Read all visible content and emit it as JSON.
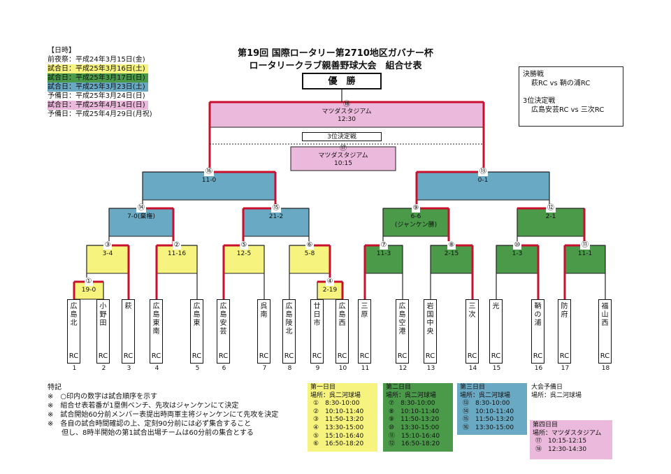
{
  "title": [
    "第19回 国際ロータリー第2710地区ガバナー杯",
    "ロータリークラブ親善野球大会　組合せ表"
  ],
  "schedule": {
    "header": "【日時】",
    "lines": [
      {
        "text": "前夜祭：平成24年3月15日(金)",
        "color": ""
      },
      {
        "text": "試合日：平成25年3月16日(土)",
        "color": "#f6f37e"
      },
      {
        "text": "試合日：平成25年3月17日(日)",
        "color": "#4a9a4a"
      },
      {
        "text": "試合日：平成25年3月23日(土)",
        "color": "#6aa9c4"
      },
      {
        "text": "予備日：平成25年3月24日(日)",
        "color": ""
      },
      {
        "text": "試合日：平成25年4月14日(日)",
        "color": "#ebb9dc"
      },
      {
        "text": "予備日：平成25年4月29日(月祝)",
        "color": ""
      }
    ]
  },
  "final_info": {
    "final_label": "決勝戦",
    "final_match": "萩RC vs 鞆の浦RC",
    "third_label": "3位決定戦",
    "third_match": "広島安芸RC vs 三次RC"
  },
  "champion_label": "優　勝",
  "third_place_label": "3位決定戦",
  "final_game": {
    "num": "⑱",
    "venue": "マツダスタジアム",
    "time": "12:30"
  },
  "third_game": {
    "num": "⑰",
    "venue": "マツダスタジアム",
    "time": "10:15"
  },
  "teams": [
    {
      "name": "広島北",
      "rc": "RC",
      "num": "1"
    },
    {
      "name": "小野田",
      "rc": "RC",
      "num": "2"
    },
    {
      "name": "萩",
      "rc": "RC",
      "num": "3"
    },
    {
      "name": "広島東南",
      "rc": "RC",
      "num": "4"
    },
    {
      "name": "広島東",
      "rc": "RC",
      "num": "5"
    },
    {
      "name": "広島安芸",
      "rc": "RC",
      "num": "6"
    },
    {
      "name": "呉南",
      "rc": "RC",
      "num": "7"
    },
    {
      "name": "広島陵北",
      "rc": "RC",
      "num": "8"
    },
    {
      "name": "廿日市",
      "rc": "RC",
      "num": "9"
    },
    {
      "name": "広島西",
      "rc": "RC",
      "num": "10"
    },
    {
      "name": "三原",
      "rc": "RC",
      "num": "11"
    },
    {
      "name": "広島空港",
      "rc": "RC",
      "num": "12"
    },
    {
      "name": "岩国中央",
      "rc": "RC",
      "num": "13"
    },
    {
      "name": "三次",
      "rc": "RC",
      "num": "14"
    },
    {
      "name": "光",
      "rc": "RC",
      "num": "15"
    },
    {
      "name": "鞆の浦",
      "rc": "RC",
      "num": "16"
    },
    {
      "name": "防府",
      "rc": "RC",
      "num": "17"
    },
    {
      "name": "福山西",
      "rc": "RC",
      "num": "18"
    }
  ],
  "games": [
    {
      "num": "①",
      "score": "19-0"
    },
    {
      "num": "②",
      "score": "11-16"
    },
    {
      "num": "③",
      "score": "3-4"
    },
    {
      "num": "④",
      "score": "2-19"
    },
    {
      "num": "⑤",
      "score": "12-5"
    },
    {
      "num": "⑥",
      "score": "5-8"
    },
    {
      "num": "⑦",
      "score": "11-3"
    },
    {
      "num": "⑧",
      "score": "2-15"
    },
    {
      "num": "⑨",
      "score": "6-6",
      "note": "(ジャンケン勝)"
    },
    {
      "num": "⑩",
      "score": "1-3"
    },
    {
      "num": "⑪",
      "score": "11-1"
    },
    {
      "num": "⑫",
      "score": "2-1"
    },
    {
      "num": "⑬",
      "score": "0-1"
    },
    {
      "num": "⑭",
      "score": "7-0(棄権)"
    },
    {
      "num": "⑮",
      "score": "21-2"
    },
    {
      "num": "⑯",
      "score": "11-0"
    }
  ],
  "notes": {
    "header": "特記",
    "lines": [
      "※　○印内の数字は試合順序を示す",
      "※　組合せ表若番が1塁側ベンチ、先攻はジャンケンにて決定",
      "※　試合開始60分前メンバー表提出時両軍主将ジャンケンにて先攻を決定",
      "※　各自の試合時間確認の上、定刻90分前には必ず集合すること",
      "　　但し、8時半開始の第1試合出場チームは60分前の集合とする"
    ]
  },
  "days": [
    {
      "title": "第一日目",
      "place": "場所：呉二河球場",
      "color": "#f6f37e",
      "slots": [
        "①　8:30-10:00",
        "②　10:10-11:40",
        "③　11:50-13:20",
        "④　13:30-15:00",
        "⑤　15:10-16:40",
        "⑥　16:50-18:20"
      ]
    },
    {
      "title": "第二日目",
      "place": "場所：呉二河球場",
      "color": "#4a9a4a",
      "slots": [
        "⑦　8:30-10:00",
        "⑧　10:10-11:40",
        "⑨　11:50-13:20",
        "⑩　13:30-15:00",
        "⑪　15:10-16:40",
        "⑫　16:50-18:20"
      ]
    },
    {
      "title": "第三日目",
      "place": "場所：呉二河球場",
      "color": "#6aa9c4",
      "slots": [
        "⑬　8:30-10:00",
        "⑭　10:10-11:40",
        "⑮　11:50-13:20",
        "⑯　13:30-15:00"
      ]
    }
  ],
  "reserve": {
    "title": "大会予備日",
    "place": "場所：呉二河球場"
  },
  "day4": {
    "title": "第四日目",
    "place": "場所：マツダスタジアム",
    "color": "#ebb9dc",
    "slots": [
      "⑰　10:15-12:15",
      "⑱　12:30-14:30"
    ]
  }
}
